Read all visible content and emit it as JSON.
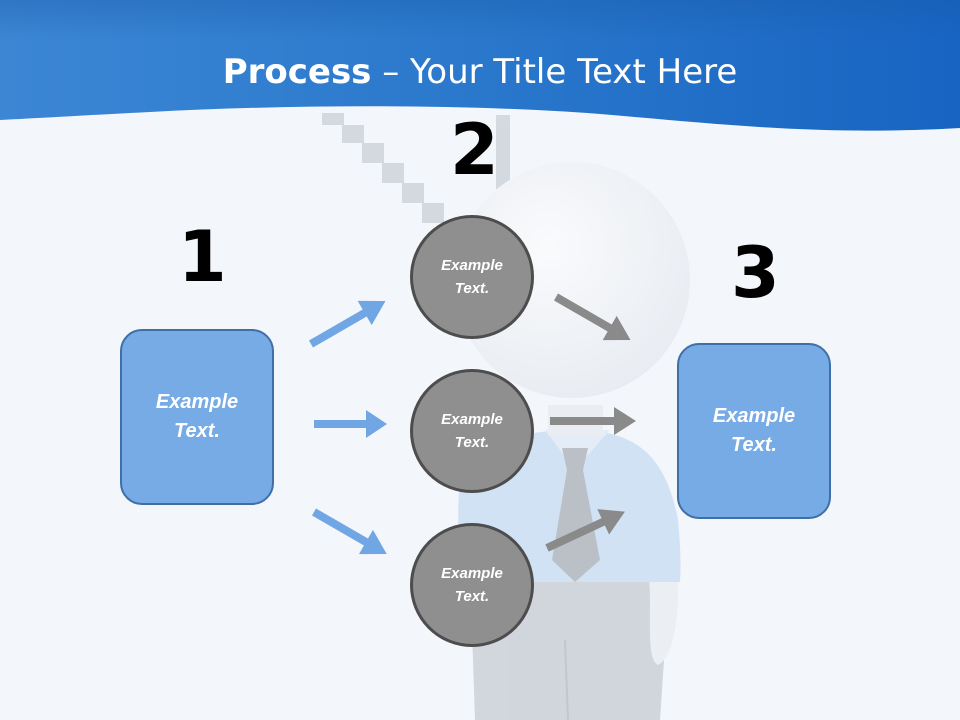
{
  "header": {
    "title_bold": "Process",
    "title_rest": " – Your Title Text Here"
  },
  "steps": {
    "step1_number": "1",
    "step2_number": "2",
    "step3_number": "3"
  },
  "nodes": {
    "left_box": "Example\nText.",
    "circle_top": "Example\nText.",
    "circle_middle": "Example\nText.",
    "circle_bottom": "Example\nText.",
    "right_box": "Example\nText."
  },
  "colors": {
    "header_blue": "#1c6bc4",
    "box_fill": "#77abe6",
    "box_border": "#3f6fa6",
    "circle_fill": "#8f8f8f",
    "circle_border": "#4d4d4d",
    "arrow_blue": "#6fa6e3",
    "arrow_gray": "#8a8a8a"
  },
  "icons": [
    "arrow-icon",
    "business-figure-illustration",
    "staircase-illustration"
  ]
}
